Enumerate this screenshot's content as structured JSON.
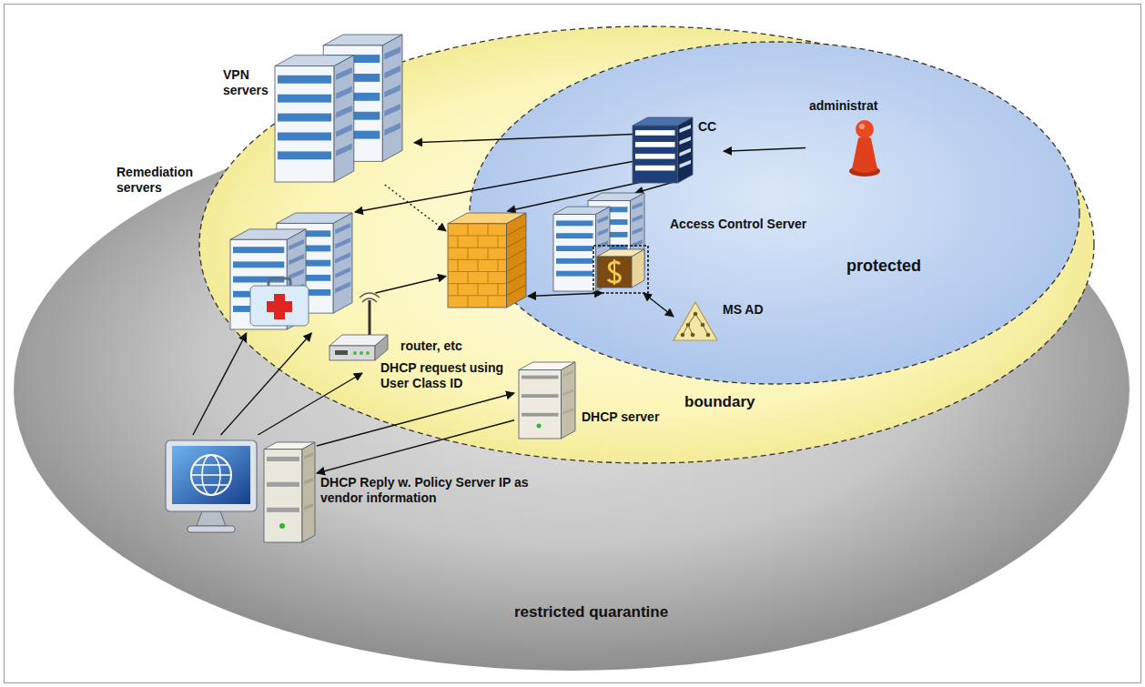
{
  "diagram": {
    "nodes": [
      {
        "text": [
          "restricted quarantine"
        ]
      },
      {
        "text": [
          "boundary"
        ],
        "in": 0
      },
      {
        "text": [
          "protected"
        ],
        "in": 1
      },
      {
        "text": [
          "CC"
        ],
        "in": 2
      },
      {
        "text": [
          "administrat"
        ],
        "in": 2
      },
      {
        "text": [
          "Access Control Server"
        ],
        "in": 2
      },
      {
        "text": [
          "MS AD"
        ],
        "in": 2
      },
      {
        "text": [
          "VPN servers"
        ],
        "in": 1
      },
      {
        "text": [
          "Remediation servers"
        ],
        "in": 1
      },
      {
        "text": [],
        "in": 1
      },
      {
        "text": [
          "router, etc"
        ],
        "in": 1
      },
      {
        "text": [
          "DHCP server"
        ],
        "in": 1
      },
      {
        "text": [],
        "in": 0
      }
    ],
    "edges": [
      {
        "from": 4,
        "to": 3,
        "arrow": "to"
      },
      {
        "from": 3,
        "to": 7,
        "arrow": "to"
      },
      {
        "from": 3,
        "to": 8,
        "arrow": "to"
      },
      {
        "from": 3,
        "to": 9,
        "arrow": "to"
      },
      {
        "from": 3,
        "to": 5,
        "arrow": "to"
      },
      {
        "from": 7,
        "to": 9,
        "arrow": "to"
      },
      {
        "from": 10,
        "to": 9,
        "arrow": "to"
      },
      {
        "from": 9,
        "to": 5,
        "arrow": "both"
      },
      {
        "from": 5,
        "to": 6,
        "arrow": "both"
      },
      {
        "from": 12,
        "to": 8,
        "arrow": "to"
      },
      {
        "from": 12,
        "to": 8,
        "arrow": "to"
      },
      {
        "from": 12,
        "to": 10,
        "arrow": "to"
      },
      {
        "from": 12,
        "to": 11,
        "label": "DHCP request using User Class ID",
        "arrow": "to"
      },
      {
        "from": 11,
        "to": 12,
        "label": "DHCP Reply w. Policy Server IP as vendor information",
        "arrow": "to"
      }
    ]
  }
}
